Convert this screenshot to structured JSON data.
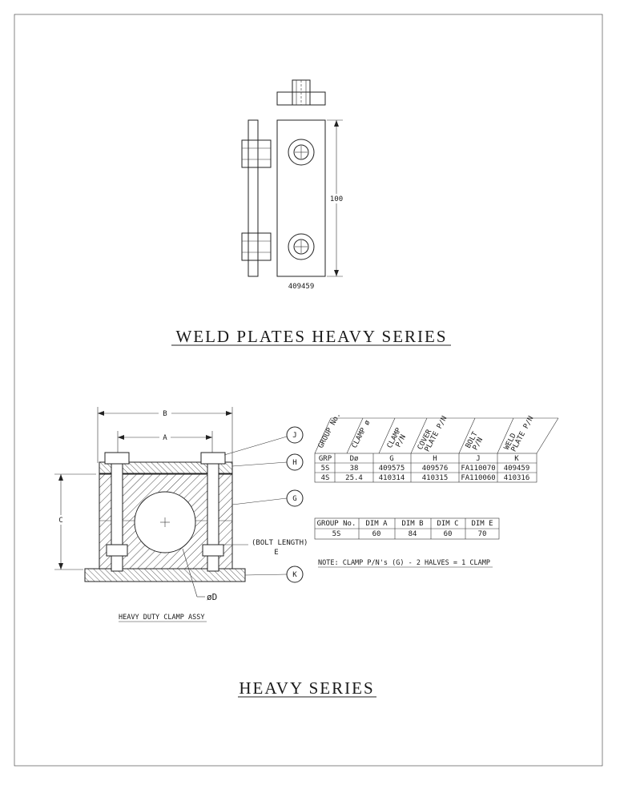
{
  "weld_plate": {
    "dimension": "100",
    "part_number": "409459",
    "title": "WELD PLATES HEAVY SERIES"
  },
  "clamp_assy": {
    "dim_b": "B",
    "dim_a": "A",
    "dim_c": "C",
    "dim_d": "øD",
    "bolt_length": "(BOLT LENGTH)",
    "bolt_length_e": "E",
    "callouts": [
      "J",
      "H",
      "G",
      "K"
    ],
    "caption": "HEAVY DUTY CLAMP ASSY"
  },
  "parts_table": {
    "headers": [
      "GROUP No.",
      "CLAMP ø",
      "CLAMP P/N",
      "COVER PLATE P/N",
      "BOLT P/N",
      "WELD PLATE P/N"
    ],
    "subheaders": [
      "GRP",
      "Dø",
      "G",
      "H",
      "J",
      "K"
    ],
    "rows": [
      [
        "5S",
        "38",
        "409575",
        "409576",
        "FA110070",
        "409459"
      ],
      [
        "4S",
        "25.4",
        "410314",
        "410315",
        "FA110060",
        "410316"
      ]
    ]
  },
  "dim_table": {
    "headers": [
      "GROUP No.",
      "DIM A",
      "DIM B",
      "DIM C",
      "DIM E"
    ],
    "rows": [
      [
        "5S",
        "60",
        "84",
        "60",
        "70"
      ]
    ]
  },
  "note": "NOTE: CLAMP P/N's (G) - 2 HALVES = 1 CLAMP",
  "footer_title": "HEAVY SERIES"
}
